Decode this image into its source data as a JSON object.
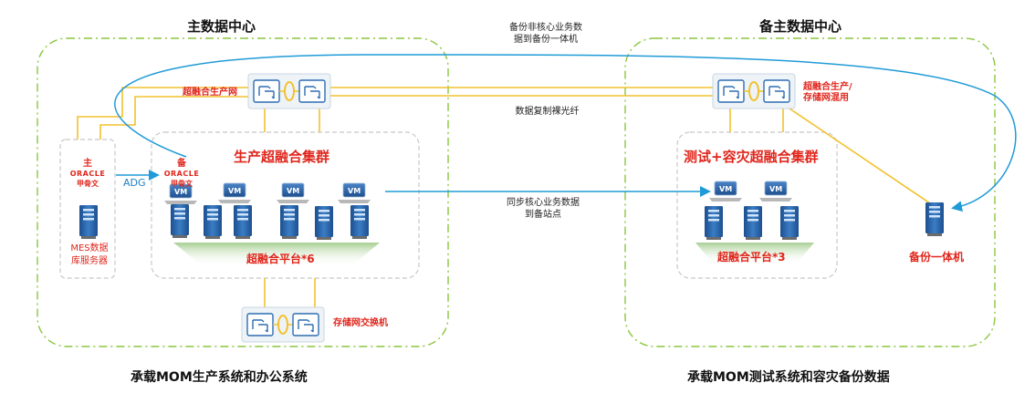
{
  "primary_dc": {
    "title": "主数据中心",
    "caption": "承载MOM生产系统和办公系统",
    "prod_network_label": "超融合生产网",
    "storage_switch_label": "存储网交换机",
    "cluster": {
      "title": "生产超融合集群",
      "platform_label": "超融合平台*6"
    },
    "database": {
      "primary_role": "主",
      "standby_role": "备",
      "brand": "ORACLE",
      "brand_cn": "甲骨文",
      "replication_label": "ADG",
      "server_label_line1": "MES数据",
      "server_label_line2": "库服务器"
    }
  },
  "backup_dc": {
    "title": "备主数据中心",
    "caption": "承载MOM测试系统和容灾备份数据",
    "network_label_line1": "超融合生产/",
    "network_label_line2": "存储网混用",
    "cluster": {
      "title": "测试+容灾超融合集群",
      "platform_label": "超融合平台*3"
    },
    "backup_appliance_label": "备份一体机"
  },
  "links": {
    "backup_noncore_line1": "备份非核心业务数",
    "backup_noncore_line2": "据到备份一体机",
    "fiber_label": "数据复制裸光纤",
    "sync_line1": "同步核心业务数据",
    "sync_line2": "到备站点"
  },
  "vm_label": "VM",
  "colors": {
    "region_border": "#8cc63f",
    "cluster_border": "#c8c8c8",
    "link_yellow": "#f2c12e",
    "link_blue": "#1f9bd7",
    "label_red": "#e0261c",
    "server_blue": "#2e6db0"
  }
}
